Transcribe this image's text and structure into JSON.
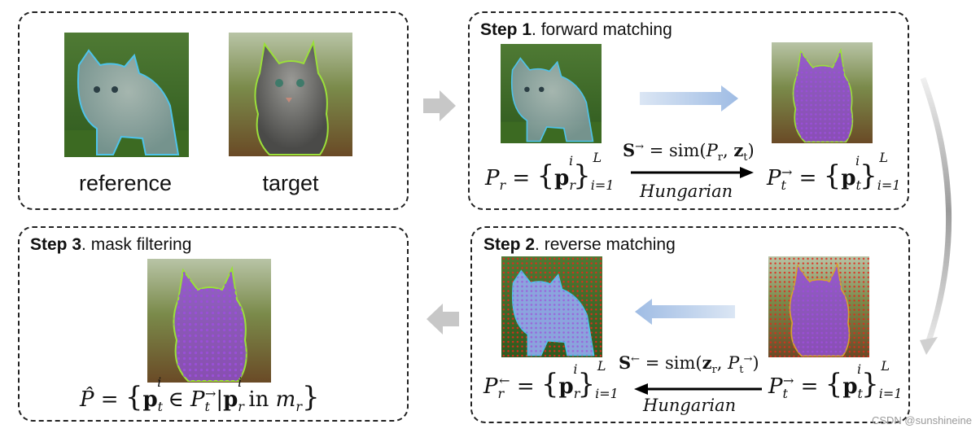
{
  "panels": {
    "top_left": {
      "caption_reference": "reference",
      "caption_target": "target"
    },
    "step1": {
      "bold": "Step 1",
      "rest": ". forward matching",
      "hungarian": "Hungarian"
    },
    "step2": {
      "bold": "Step 2",
      "rest": ". reverse matching",
      "hungarian": "Hungarian"
    },
    "step3": {
      "bold": "Step 3",
      "rest": ". mask filtering"
    }
  },
  "icons": {
    "forward_arrow": "block-arrow-right-gray",
    "reverse_arrow": "block-arrow-left-gray",
    "gradient_right": "gradient-arrow-right",
    "gradient_left": "gradient-arrow-left",
    "curved": "curved-arrow-down"
  },
  "colors": {
    "reference_outline": "#4fc3ea",
    "target_outline": "#9be03a",
    "point_purple": "#9a4fd8",
    "point_red": "#e02a1c",
    "arrow_gray": "#c7c7c7",
    "gradient_blue": "#a8c4e6"
  },
  "watermark": "CSDN @sunshineine"
}
